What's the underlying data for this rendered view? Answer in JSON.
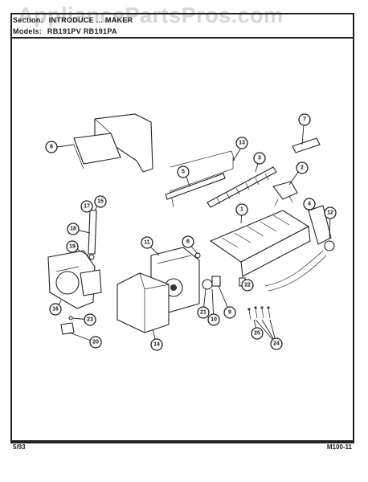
{
  "watermark": "AppliancePartsPros.com",
  "header": {
    "section_label": "Section:",
    "section_value": "INTRODUCE ... MAKER",
    "models_label": "Models:",
    "models_value": "RB191PV RB191PA"
  },
  "footer": {
    "date": "5/93",
    "page_code": "M100-11"
  },
  "callouts": [
    "1",
    "2",
    "3",
    "4",
    "5",
    "6",
    "7",
    "8",
    "9",
    "10",
    "11",
    "12",
    "13",
    "14",
    "15",
    "16",
    "17",
    "18",
    "19",
    "20",
    "21",
    "22",
    "23",
    "24",
    "25"
  ]
}
